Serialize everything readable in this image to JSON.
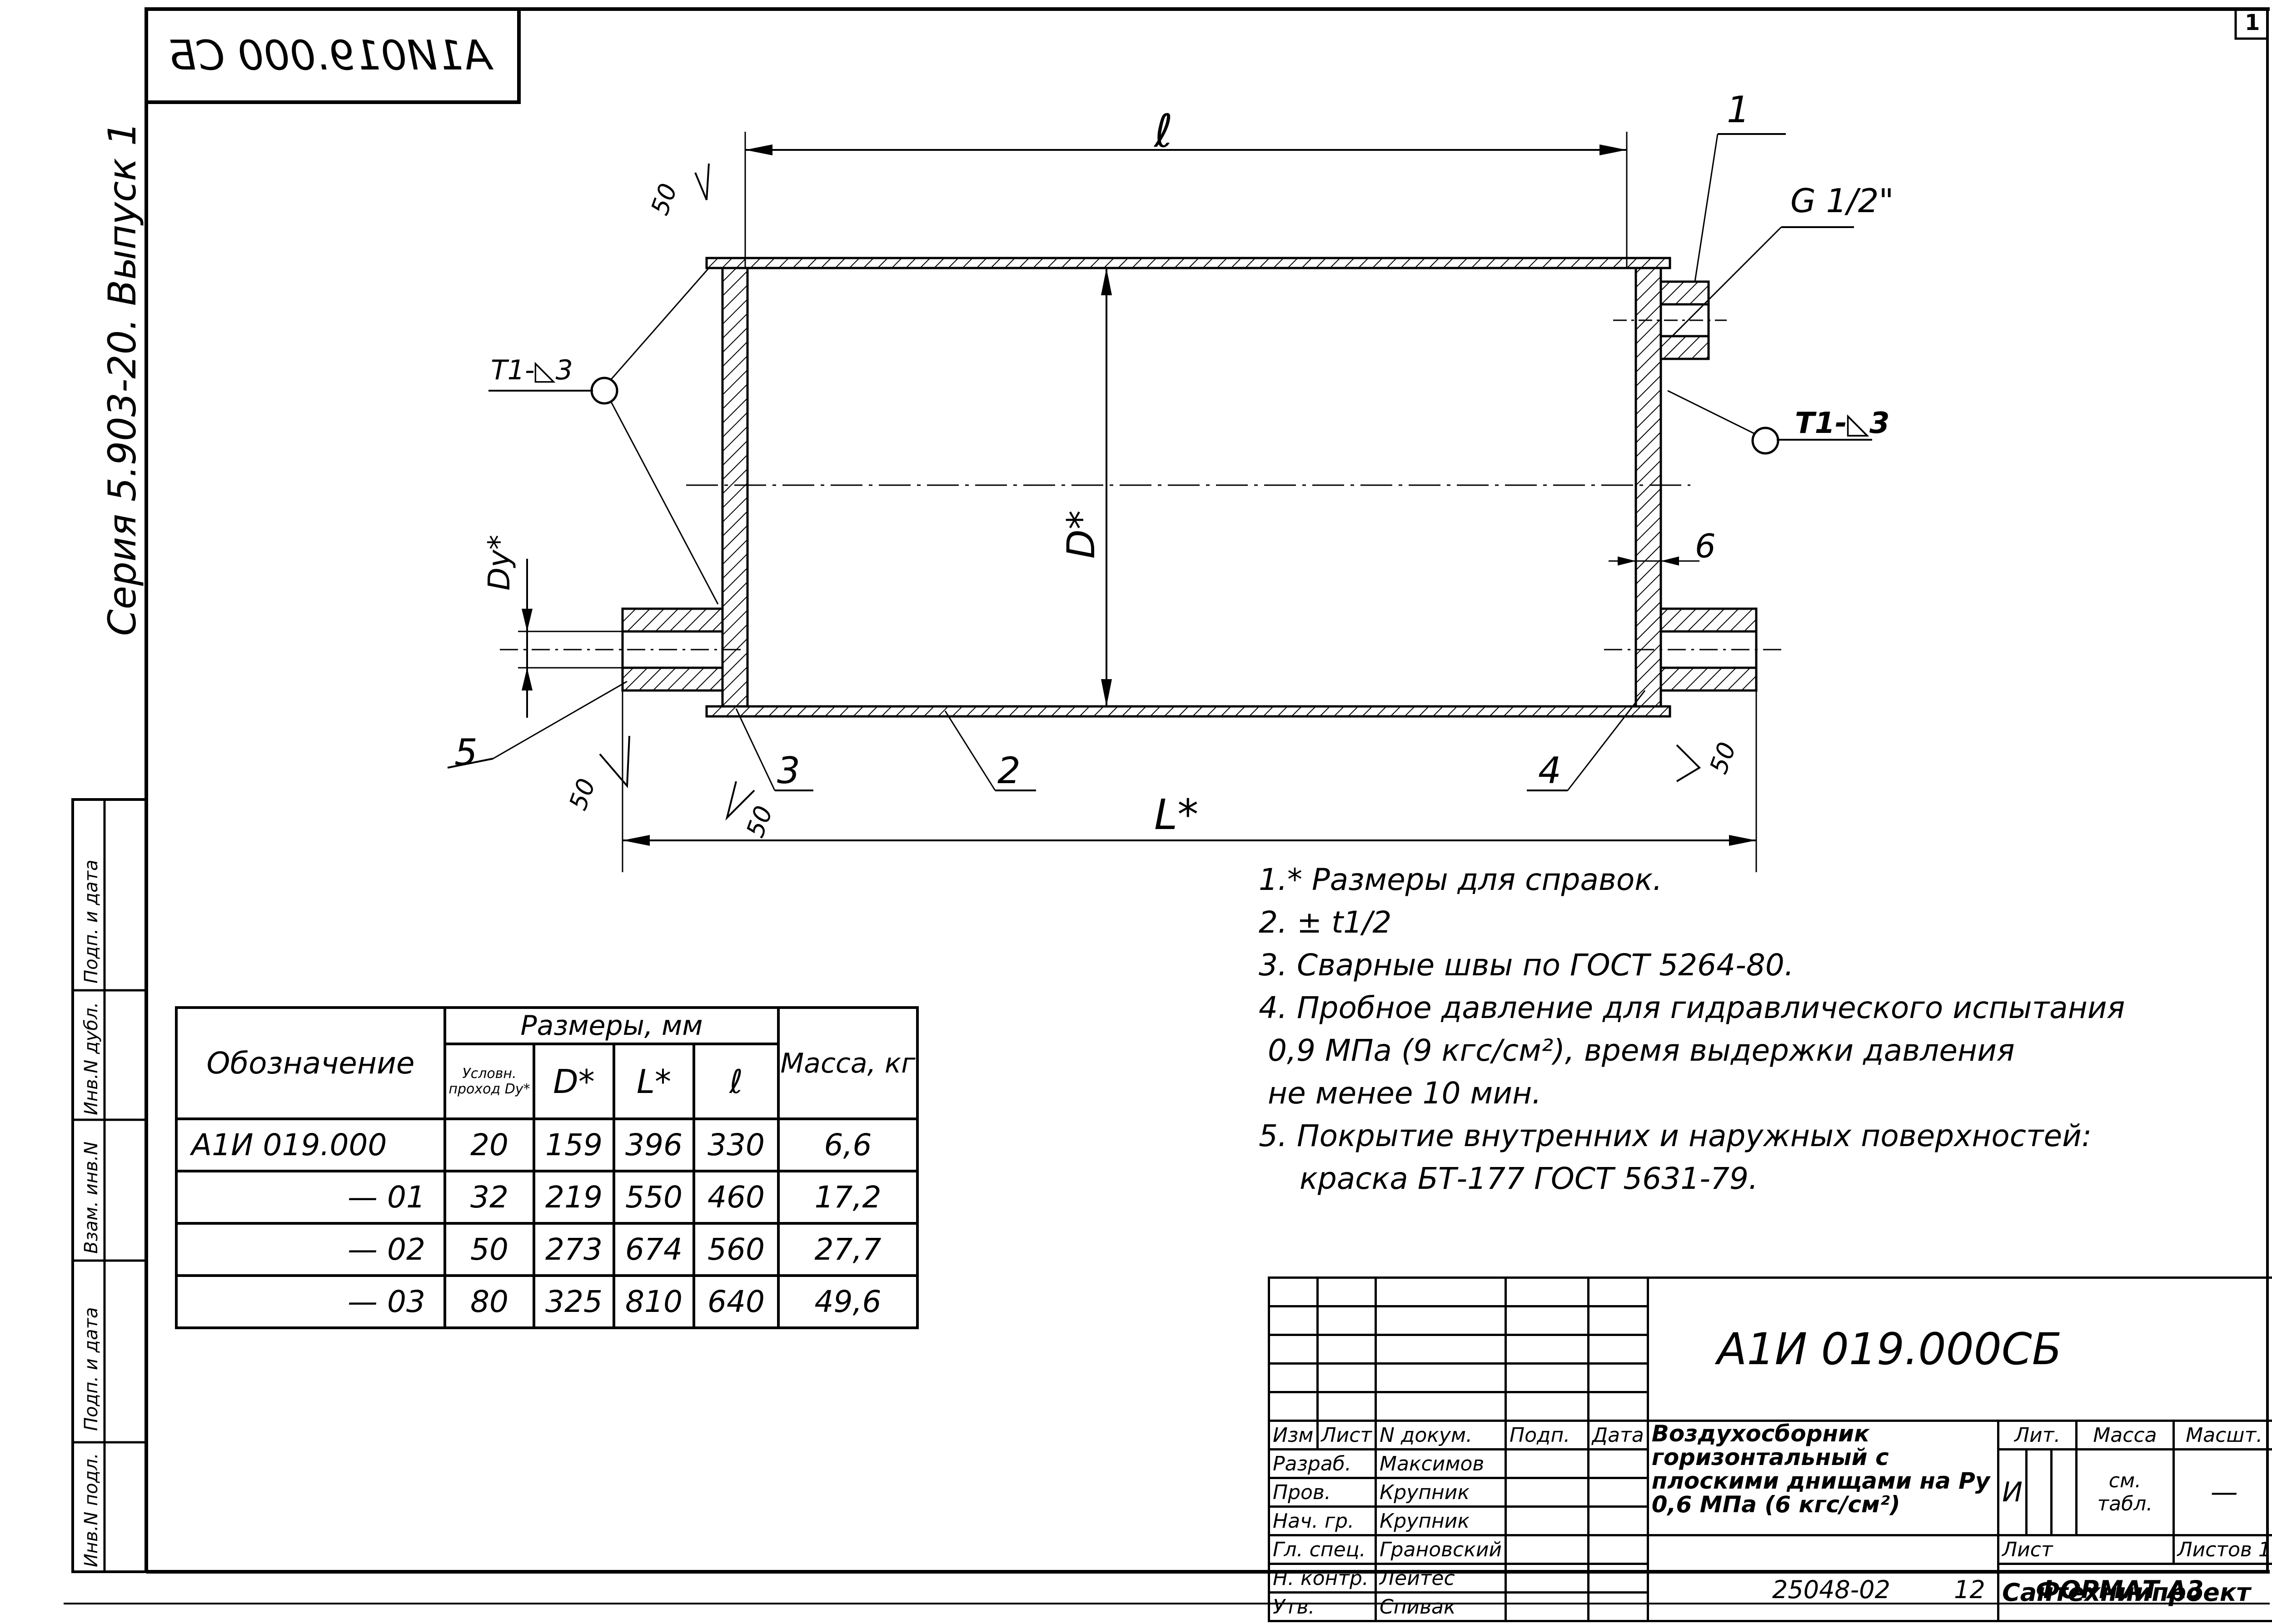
{
  "sheet": {
    "number": "1",
    "corner_code": "А1И019.000 СБ",
    "series": "Серия 5.903-20. Выпуск 1",
    "bottom_code": "25048-02",
    "bottom_page": "12",
    "format": "ФОРМАТ А3"
  },
  "side_stamp": [
    "Инв.N подл.",
    "Подп. и дата",
    "Взам. инв.N",
    "Инв.N дубл.",
    "Подп. и дата"
  ],
  "drawing": {
    "dim_l": "ℓ",
    "dim_L": "L*",
    "dim_D": "D*",
    "dim_Dy": "Dу*",
    "dim_6": "6",
    "thread": "G 1/2\"",
    "weld_left": "Т1-◺3",
    "weld_right": "Т1-◺3",
    "rough_1": "50",
    "rough_2": "50",
    "rough_3": "50",
    "rough_4": "50",
    "pos_1": "1",
    "pos_2": "2",
    "pos_3": "3",
    "pos_4": "4",
    "pos_5": "5"
  },
  "notes": [
    "1.* Размеры для справок.",
    "2. ± t1/2",
    "3. Сварные швы по ГОСТ 5264-80.",
    "4. Пробное давление для гидравлического испытания",
    "0,9 МПа (9 кгс/см²), время выдержки давления",
    "не менее 10 мин.",
    "5. Покрытие внутренних и наружных поверхностей:",
    "краска БТ-177 ГОСТ 5631-79."
  ],
  "spec_table": {
    "head_designation": "Обозначение",
    "head_dims": "Размеры, мм",
    "head_dy": "Условн. проход Dу*",
    "head_D": "D*",
    "head_L": "L*",
    "head_l": "ℓ",
    "head_mass": "Масса, кг",
    "rows": [
      {
        "designation": "А1И 019.000",
        "dy": "20",
        "D": "159",
        "L": "396",
        "l": "330",
        "mass": "6,6"
      },
      {
        "designation": "— 01",
        "dy": "32",
        "D": "219",
        "L": "550",
        "l": "460",
        "mass": "17,2"
      },
      {
        "designation": "— 02",
        "dy": "50",
        "D": "273",
        "L": "674",
        "l": "560",
        "mass": "27,7"
      },
      {
        "designation": "— 03",
        "dy": "80",
        "D": "325",
        "L": "810",
        "l": "640",
        "mass": "49,6"
      }
    ]
  },
  "title_block": {
    "doc_code": "А1И 019.000СБ",
    "title": "Воздухосборник горизонтальный с плоскими днищами на Ру 0,6 МПа (6 кгс/см²)",
    "col_izm": "Изм",
    "col_list": "Лист",
    "col_doc": "N докум.",
    "col_sign": "Подп.",
    "col_date": "Дата",
    "roles": [
      {
        "role": "Разраб.",
        "name": "Максимов"
      },
      {
        "role": "Пров.",
        "name": "Крупник"
      },
      {
        "role": "Нач. гр.",
        "name": "Крупник"
      },
      {
        "role": "Гл. спец.",
        "name": "Грановский"
      },
      {
        "role": "Н. контр.",
        "name": "Лейтес"
      },
      {
        "role": "Утв.",
        "name": "Спивак"
      }
    ],
    "lit_label": "Лит.",
    "mass_label": "Масса",
    "scale_label": "Масшт.",
    "lit_value": "И",
    "mass_value": "см. табл.",
    "scale_value": "—",
    "sheet_label": "Лист",
    "sheets_label": "Листов 1",
    "org": "Сантехниипроект"
  }
}
